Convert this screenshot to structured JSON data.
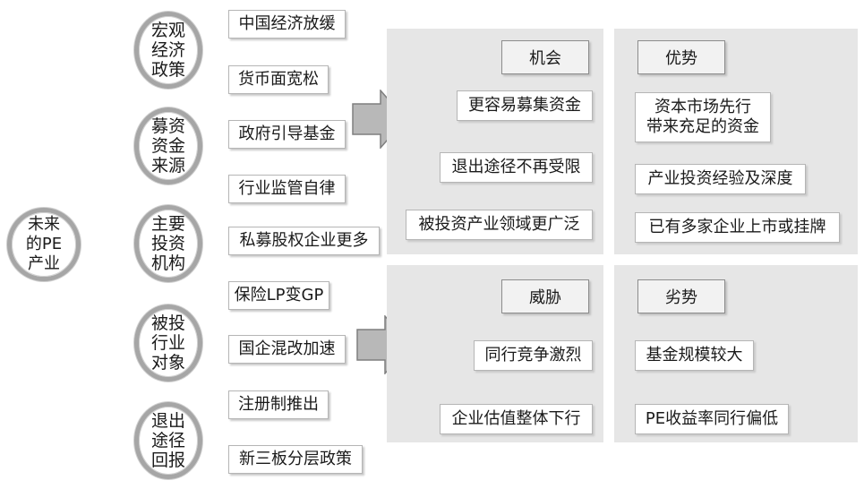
{
  "center": {
    "label": "未来\n的PE\n产业"
  },
  "categories": [
    {
      "label": "宏观\n经济\n政策",
      "items": [
        "中国经济放缓",
        "货币面宽松"
      ]
    },
    {
      "label": "募资\n资金\n来源",
      "items": [
        "政府引导基金",
        "行业监管自律"
      ]
    },
    {
      "label": "主要\n投资\n机构",
      "items": [
        "私募股权企业更多",
        "保险LP变GP"
      ]
    },
    {
      "label": "被投\n行业\n对象",
      "items": [
        "国企混改加速",
        "注册制推出"
      ]
    },
    {
      "label": "退出\n途径\n回报",
      "items": [
        "新三板分层政策"
      ]
    }
  ],
  "quadrants": {
    "opportunity": {
      "title": "机会",
      "items": [
        "更容易募集资金",
        "退出途径不再受限",
        "被投资产业领域更广泛"
      ]
    },
    "strength": {
      "title": "优势",
      "items": [
        "资本市场先行\n带来充足的资金",
        "产业投资经验及深度",
        "已有多家企业上市或挂牌"
      ]
    },
    "threat": {
      "title": "威胁",
      "items": [
        "同行竞争激烈",
        "企业估值整体下行"
      ]
    },
    "weakness": {
      "title": "劣势",
      "items": [
        "基金规模较大",
        "PE收益率同行偏低"
      ]
    }
  }
}
